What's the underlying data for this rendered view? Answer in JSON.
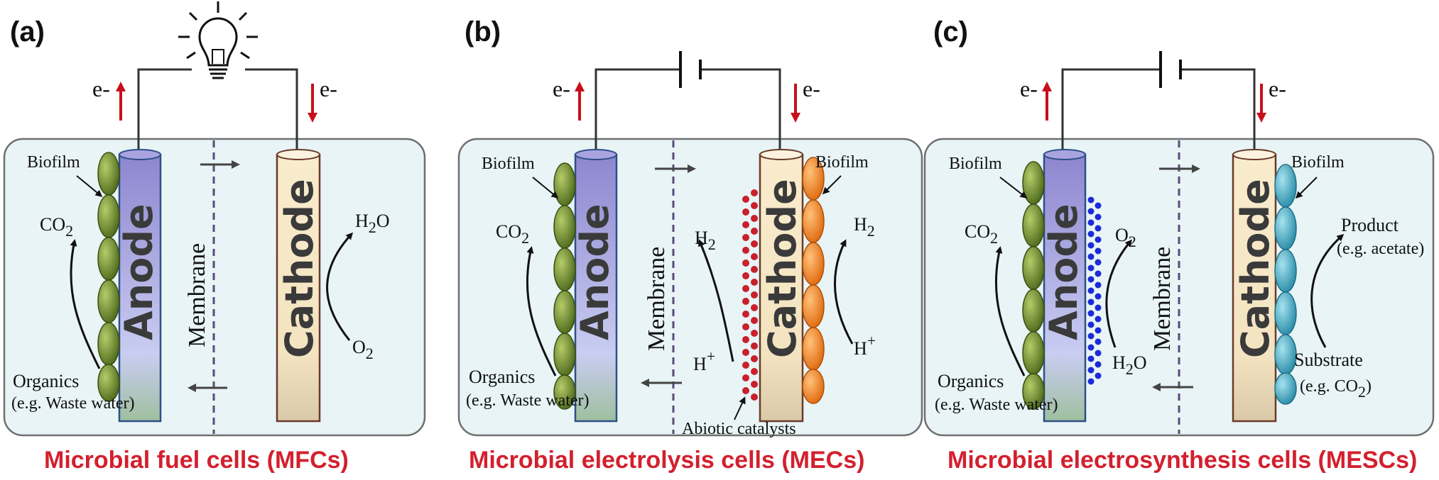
{
  "colors": {
    "panel_fill": "#e8f4f6",
    "panel_stroke": "#6f6f6f",
    "caption": "#d3202e",
    "arrow_red": "#c8101c",
    "membrane": "#5b4a7a",
    "biofilm_green": "#6f8a2c",
    "biofilm_orange": "#f08a28",
    "biofilm_teal": "#38a6c0",
    "catalyst_red": "#c8202c",
    "catalyst_blue": "#1a2cd8"
  },
  "panels": [
    {
      "tag": "(a)",
      "caption": "Microbial fuel cells (MFCs)",
      "electron_left": "e-",
      "electron_right": "e-",
      "anode": "Anode",
      "cathode": "Cathode",
      "membrane": "Membrane",
      "anode_biofilm": "Biofilm",
      "co2": "CO",
      "co2_sub": "2",
      "organics": "Organics",
      "organics_note": "(e.g. Waste water)",
      "cathode_top": "H",
      "cathode_top_sub": "2",
      "cathode_top_tail": "O",
      "cathode_bottom": "O",
      "cathode_bottom_sub": "2"
    },
    {
      "tag": "(b)",
      "caption": "Microbial electrolysis cells (MECs)",
      "electron_left": "e-",
      "electron_right": "e-",
      "anode": "Anode",
      "cathode": "Cathode",
      "membrane": "Membrane",
      "anode_biofilm": "Biofilm",
      "cathode_biofilm": "Biofilm",
      "co2": "CO",
      "co2_sub": "2",
      "organics": "Organics",
      "organics_note": "(e.g. Waste water)",
      "h2_left": "H",
      "h2_left_sub": "2",
      "h2_right": "H",
      "h2_right_sub": "2",
      "hplus_left": "H",
      "hplus_left_sup": "+",
      "hplus_right": "H",
      "hplus_right_sup": "+",
      "catalysts": "Abiotic catalysts"
    },
    {
      "tag": "(c)",
      "caption": "Microbial electrosynthesis cells (MESCs)",
      "electron_left": "e-",
      "electron_right": "e-",
      "anode": "Anode",
      "cathode": "Cathode",
      "membrane": "Membrane",
      "anode_biofilm": "Biofilm",
      "cathode_biofilm": "Biofilm",
      "co2": "CO",
      "co2_sub": "2",
      "organics": "Organics",
      "organics_note": "(e.g. Waste water)",
      "o2": "O",
      "o2_sub": "2",
      "h2o": "H",
      "h2o_sub": "2",
      "h2o_tail": "O",
      "product": "Product",
      "product_note": "(e.g. acetate)",
      "substrate": "Substrate",
      "substrate_note_a": "(e.g. CO",
      "substrate_note_sub": "2",
      "substrate_note_b": ")"
    }
  ]
}
